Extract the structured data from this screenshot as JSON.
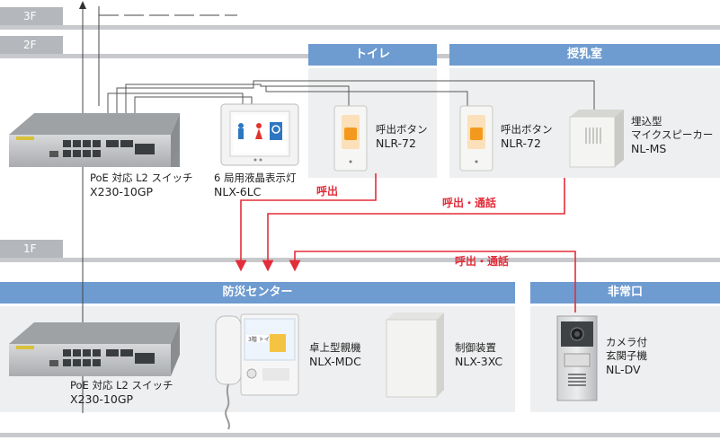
{
  "floors": {
    "f3": "3F",
    "f2": "2F",
    "f1": "1F"
  },
  "zones": {
    "toilet": "トイレ",
    "nursing": "授乳室",
    "disaster_center": "防災センター",
    "emergency_exit": "非常口"
  },
  "devices": {
    "switch_2f": {
      "line1": "PoE 対応 L2 スイッチ",
      "line2": "X230-10GP"
    },
    "switch_1f": {
      "line1": "PoE 対応 L2 スイッチ",
      "line2": "X230-10GP"
    },
    "display_lamp": {
      "line1": "6 局用液晶表示灯",
      "line2": "NLX-6LC"
    },
    "call_button_toilet": {
      "line1": "呼出ボタン",
      "line2": "NLR-72"
    },
    "call_button_nursing": {
      "line1": "呼出ボタン",
      "line2": "NLR-72"
    },
    "speaker": {
      "line1": "埋込型",
      "line2": "マイクスピーカー",
      "line3": "NL-MS"
    },
    "master_station": {
      "line1": "卓上型親機",
      "line2": "NLX-MDC"
    },
    "controller": {
      "line1": "制御装置",
      "line2": "NLX-3XC"
    },
    "door_station": {
      "line1": "カメラ付",
      "line2": "玄関子機",
      "line3": "NL-DV"
    }
  },
  "signals": {
    "call": "呼出",
    "call_talk_1": "呼出・通話",
    "call_talk_2": "呼出・通話"
  },
  "screen": {
    "master_screen_text": "3階 トイレ"
  },
  "colors": {
    "header_blue": "#6e9bd0",
    "panel_gray": "#eeeff0",
    "floor_gray": "#c7c9cc",
    "signal_red": "#e32d3a",
    "call_button_orange": "#f39a1e"
  }
}
